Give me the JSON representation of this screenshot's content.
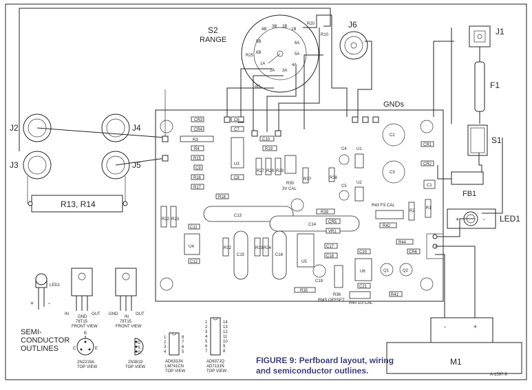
{
  "title": {
    "line1": "FIGURE 9: Perfboard layout, wiring",
    "line2": "and semiconductor outlines."
  },
  "figure_id": "A-1597-9",
  "connectors": {
    "s2": "S2",
    "s2_sub": "RANGE",
    "j1": "J1",
    "j2": "J2",
    "j3": "J3",
    "j4": "J4",
    "j5": "J5",
    "j6": "J6",
    "f1": "F1",
    "s1": "S1",
    "fb1": "FB1",
    "led1": "LED1",
    "m1": "M1",
    "gnds": "GNDs",
    "r13r14": "R13, R14"
  },
  "switch_positions": [
    "R20",
    "R10",
    "R25",
    "R5",
    "4B",
    "3B",
    "2B",
    "1B",
    "5B",
    "6A",
    "6B",
    "5A",
    "1A",
    "4A",
    "2A",
    "3A"
  ],
  "parts": {
    "cr3": "CR3",
    "cr4": "CR4",
    "c7": "C7",
    "c8": "C8",
    "c6": "C6",
    "r3": "R3",
    "r4": "R4",
    "r15": "R15",
    "c9": "C9",
    "r16": "R16",
    "r17": "R17",
    "r18": "R18",
    "c10": "C10",
    "r19": "R19",
    "u3": "U3",
    "r30": "R30",
    "cal3v": "3V CAL",
    "r37": "R37",
    "c4": "C4",
    "u1": "U1",
    "r38": "R38",
    "c2": "C2",
    "c3": "C3",
    "cr1": "CR1",
    "cr2": "CR2",
    "c1": "C1",
    "c5": "C5",
    "u2": "U2",
    "r43": "R43 FS CAL",
    "r42": "R42",
    "r1": "R1",
    "r2": "R2",
    "c13": "C13",
    "c14": "C14",
    "r39": "R39",
    "cr5": "CR5",
    "vr1": "VR1",
    "c11": "C11",
    "c12": "C12",
    "u4": "U4",
    "r32": "R32",
    "c15": "C15",
    "r33": "R33",
    "r34": "R34",
    "c16": "C16",
    "u5": "U5",
    "c17": "C17",
    "c18": "C18",
    "c20": "C20",
    "r44": "R44",
    "cr6": "CR6",
    "c19": "C19",
    "u6": "U6",
    "q1": "Q1",
    "q2": "Q2",
    "c21": "C21",
    "r35": "R35",
    "r36": "R36",
    "rms": "RMS OFFSET",
    "r40": "R40 1/3 CAL",
    "r41": "R41",
    "r27": "R27",
    "r28": "R28",
    "r29": "R29",
    "r22": "R22",
    "r23": "R23"
  },
  "outlines": {
    "heading": [
      "SEMI-",
      "CONDUCTOR",
      "OUTLINES"
    ],
    "led": "LED1",
    "reg1": {
      "pins": [
        "IN",
        "GND",
        "OUT"
      ],
      "part": "78T15",
      "view": "FRONT VIEW"
    },
    "reg2": {
      "pins": [
        "GND",
        "IN",
        "OUT"
      ],
      "part": "79T15",
      "view": "FRONT VIEW"
    },
    "trans1": {
      "pins": [
        "B",
        "C",
        "E"
      ],
      "part": "2N2219A",
      "view": "TOP VIEW"
    },
    "trans2": {
      "pins": [
        "D",
        "S",
        "G"
      ],
      "part": "2N3819",
      "view": "TOP VIEW"
    },
    "ic8": {
      "pins": [
        "1",
        "2",
        "3",
        "4",
        "8",
        "7",
        "6",
        "5"
      ],
      "part1": "AD633JN",
      "part2": "LM741CN",
      "view": "TOP VIEW"
    },
    "ic14": {
      "pins": [
        "1",
        "2",
        "3",
        "4",
        "5",
        "6",
        "7",
        "14",
        "13",
        "12",
        "11",
        "10",
        "9",
        "8"
      ],
      "part1": "AD637JQ",
      "part2": "AD713JN",
      "view": "TOP VIEW"
    }
  }
}
